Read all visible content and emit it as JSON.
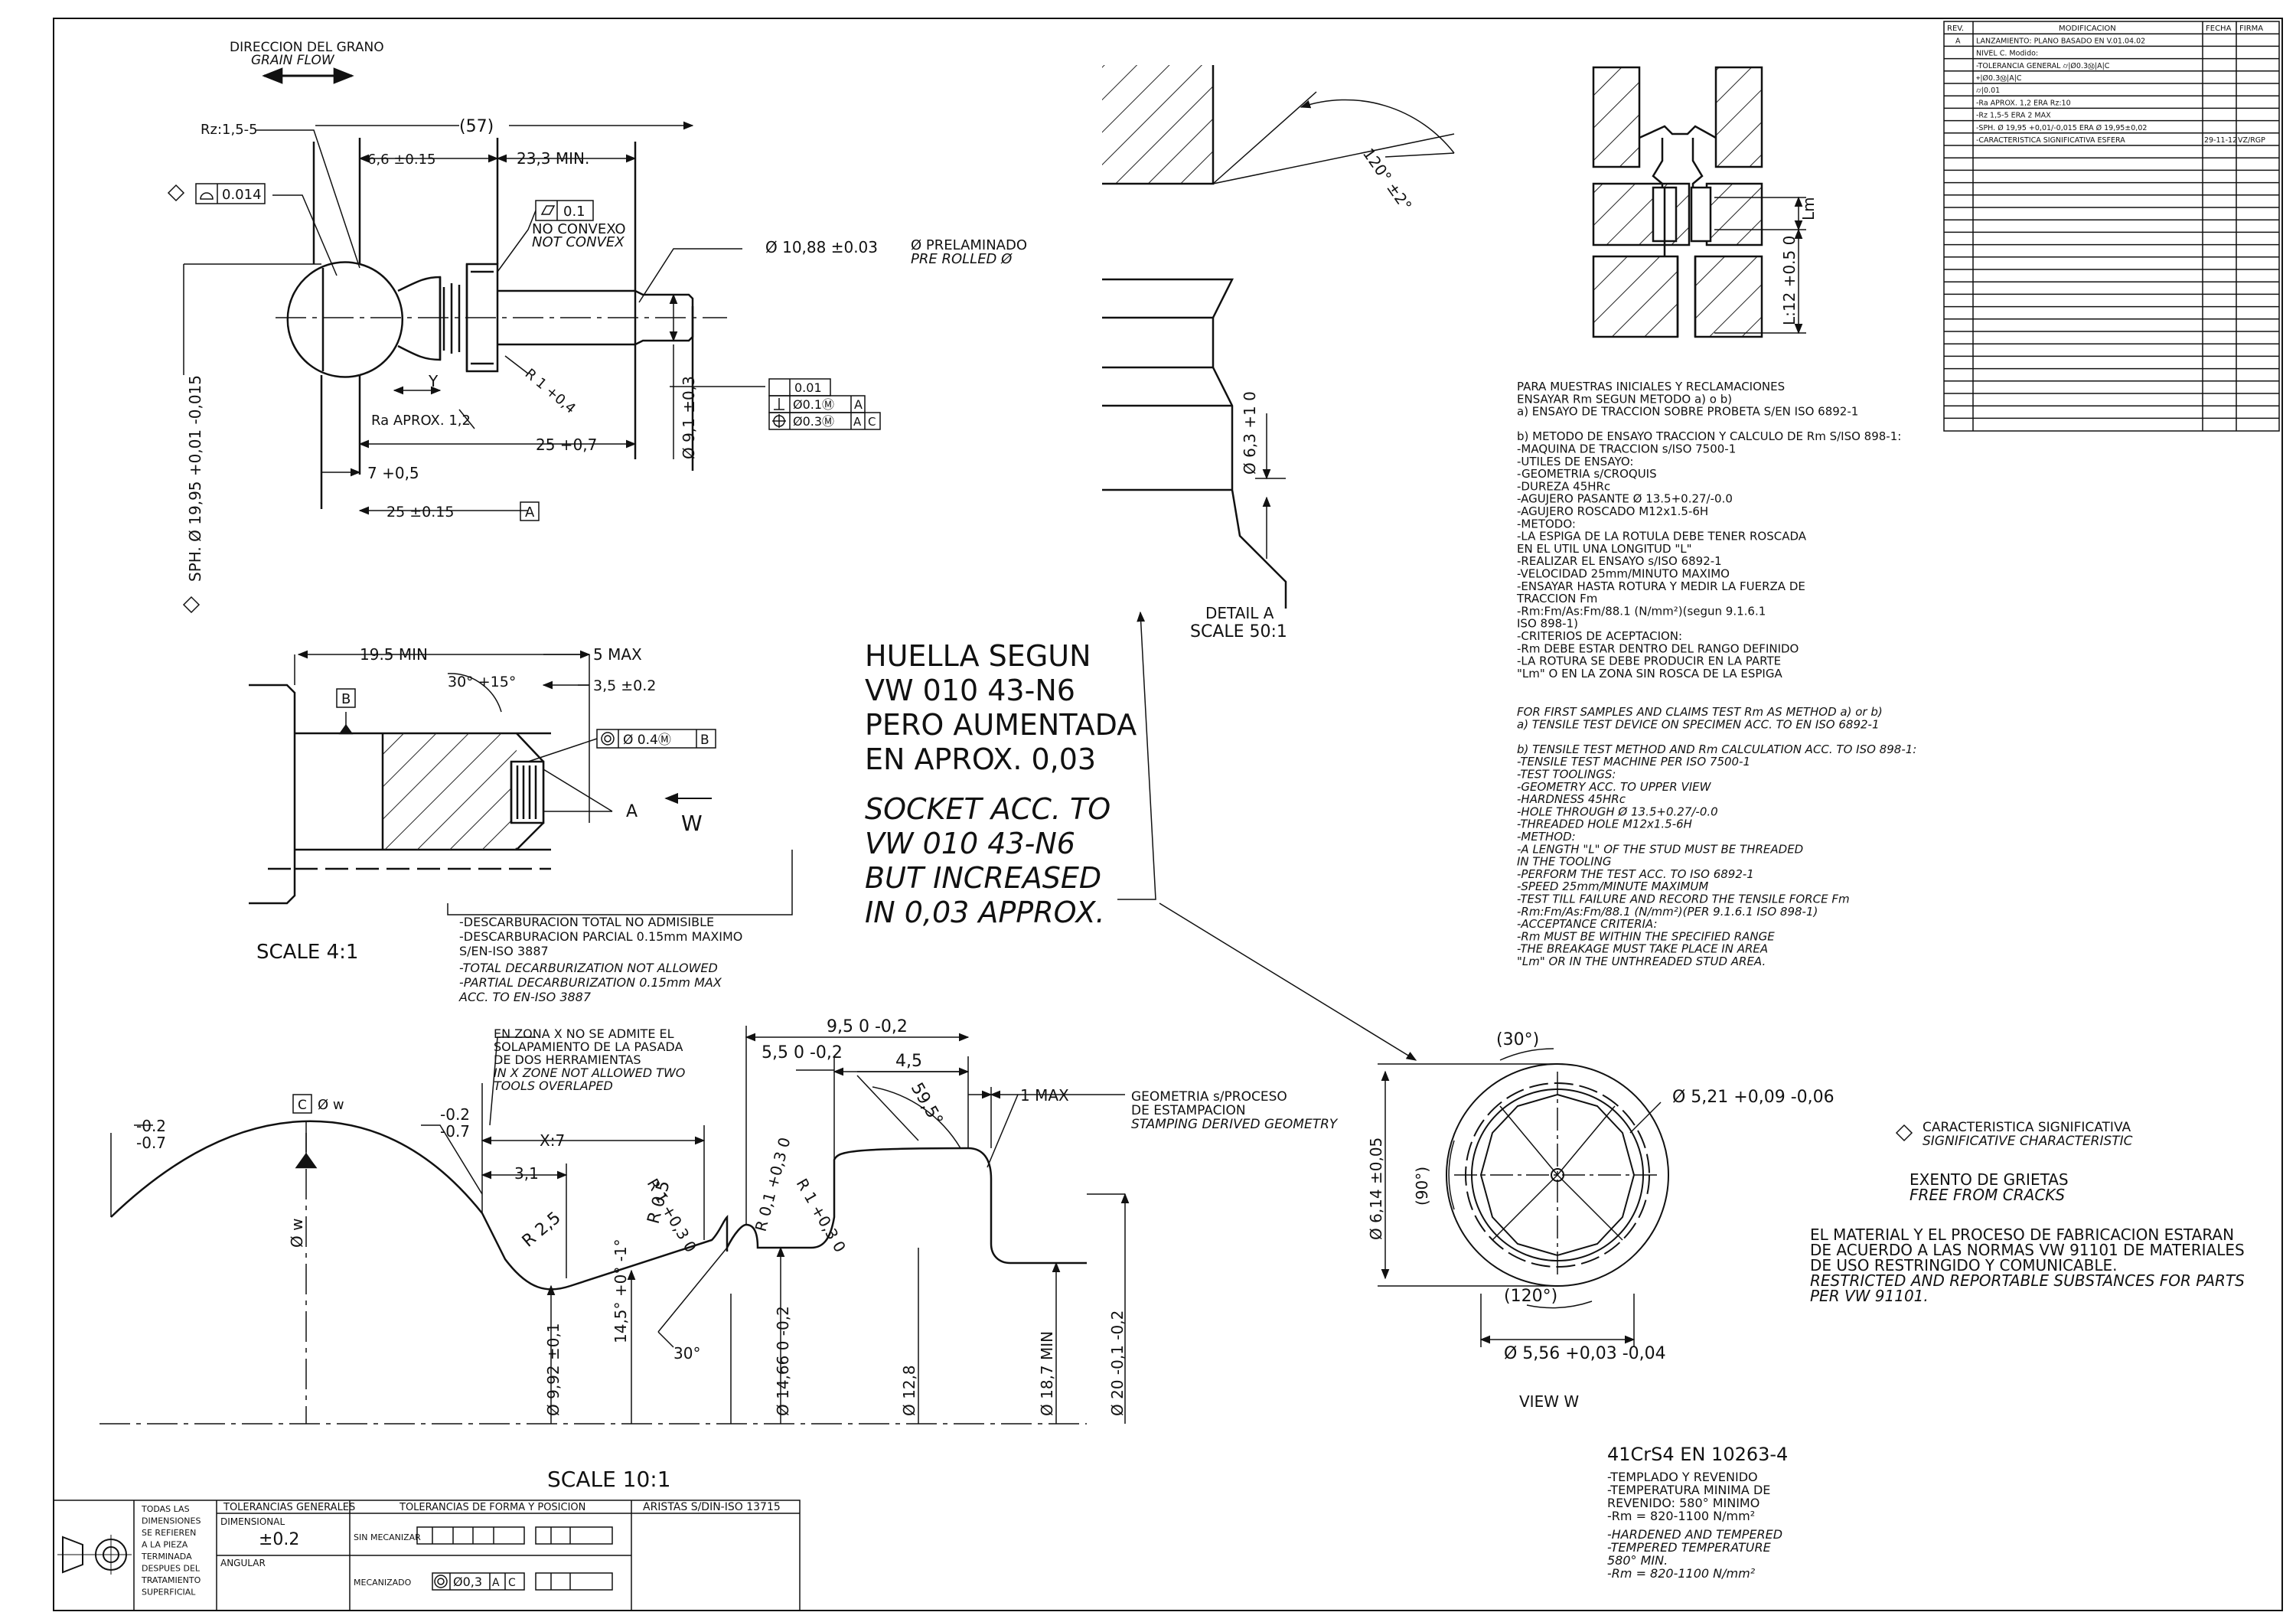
{
  "revision_table": {
    "headers": [
      "REV.",
      "MODIFICACION",
      "FECHA",
      "FIRMA"
    ],
    "rows": [
      [
        "A",
        "LANZAMIENTO: PLANO BASADO EN V.01.04.02",
        "",
        ""
      ],
      [
        "",
        "NIVEL C. Modido:",
        "",
        ""
      ],
      [
        "",
        "-TOLERANCIA GENERAL ⌭|Ø0.3Ⓜ|A|C",
        "",
        ""
      ],
      [
        "",
        "⌖|Ø0.3Ⓜ|A|C",
        "",
        ""
      ],
      [
        "",
        "⌭|0.01",
        "",
        ""
      ],
      [
        "",
        "-Ra APROX. 1,2 ERA Rz:10",
        "",
        ""
      ],
      [
        "",
        "-Rz 1,5-5 ERA 2 MAX",
        "",
        ""
      ],
      [
        "",
        "-SPH. Ø 19,95 +0,01/-0,015 ERA Ø 19,95±0,02",
        "",
        ""
      ],
      [
        "",
        "-CARACTERISTICA SIGNIFICATIVA ESFERA",
        "29-11-12",
        "VZ/RGP"
      ]
    ]
  },
  "main_view": {
    "grain_es": "DIRECCION DEL GRANO",
    "grain_en": "GRAIN FLOW",
    "rz": "Rz:1,5-5",
    "len57": "(57)",
    "dim66": "6,6 ±0.15",
    "dim233": "23,3 MIN.",
    "flat": "0.1",
    "noconvex_es": "NO CONVEXO",
    "noconvex_en": "NOT CONVEX",
    "profile": "0.014",
    "d1088": "Ø 10,88 ±0.03",
    "prerolled_es": "Ø PRELAMINADO",
    "prerolled_en": "PRE ROLLED Ø",
    "cyl": "0.01",
    "perp": "Ø0.1Ⓜ",
    "perp_ref": "A",
    "pos": "Ø0.3Ⓜ",
    "pos_ref1": "A",
    "pos_ref2": "C",
    "r1": "R 1 +0,4",
    "y": "Y",
    "ra": "Ra APROX. 1,2",
    "d91": "Ø 9,1 ±0,3",
    "len25a": "25 +0,7",
    "len7": "7 +0,5",
    "len25b": "25 ±0.15",
    "datum_a": "A",
    "sph": "SPH. Ø 19,95 +0,01 -0,015"
  },
  "detail_scale4": {
    "d195": "19.5 MIN",
    "d5": "5 MAX",
    "d35": "3,5 ±0.2",
    "ang30": "30° +15°",
    "datum_b": "B",
    "conc": "Ø 0.4Ⓜ",
    "conc_ref": "B",
    "a": "A",
    "w": "W",
    "scale": "SCALE 4:1",
    "decarb_es": [
      "-DESCARBURACION TOTAL NO ADMISIBLE",
      "-DESCARBURACION PARCIAL 0.15mm MAXIMO",
      "S/EN-ISO 3887"
    ],
    "decarb_en": [
      "-TOTAL DECARBURIZATION NOT ALLOWED",
      "-PARTIAL DECARBURIZATION 0.15mm MAX",
      "ACC. TO EN-ISO 3887"
    ]
  },
  "socket_note": {
    "es": [
      "HUELLA SEGUN",
      "VW 010 43-N6",
      "PERO AUMENTADA",
      "EN APROX. 0,03"
    ],
    "en": [
      "SOCKET ACC. TO",
      "VW 010 43-N6",
      "BUT INCREASED",
      "IN 0,03 APPROX."
    ]
  },
  "detail_a": {
    "angle": "120° ±2°",
    "d63": "Ø 6,3 +1 0",
    "title": "DETAIL A",
    "scale": "SCALE 50:1"
  },
  "test_view": {
    "lm": "Lm",
    "l12": "L:12 +0.5 0"
  },
  "test_notes_es": [
    "PARA MUESTRAS INICIALES Y RECLAMACIONES",
    "ENSAYAR Rm SEGUN METODO a) o b)",
    "a) ENSAYO DE TRACCION SOBRE PROBETA S/EN ISO 6892-1",
    "",
    "b) METODO DE ENSAYO TRACCION Y CALCULO DE Rm S/ISO 898-1:",
    "-MAQUINA DE TRACCION s/ISO 7500-1",
    "-UTILES DE ENSAYO:",
    "  -GEOMETRIA s/CROQUIS",
    "  -DUREZA 45HRc",
    "  -AGUJERO PASANTE Ø 13.5+0.27/-0.0",
    "  -AGUJERO ROSCADO M12x1.5-6H",
    "-METODO:",
    "  -LA ESPIGA DE LA ROTULA DEBE TENER ROSCADA",
    "   EN EL UTIL UNA LONGITUD \"L\"",
    "  -REALIZAR EL ENSAYO s/ISO 6892-1",
    "  -VELOCIDAD 25mm/MINUTO MAXIMO",
    "  -ENSAYAR HASTA ROTURA Y MEDIR LA FUERZA DE",
    "   TRACCION Fm",
    "  -Rm:Fm/As:Fm/88.1 (N/mm²)(segun 9.1.6.1",
    "   ISO 898-1)",
    "-CRITERIOS DE ACEPTACION:",
    "  -Rm DEBE ESTAR DENTRO DEL RANGO DEFINIDO",
    "  -LA ROTURA SE DEBE PRODUCIR EN LA PARTE",
    "   \"Lm\" O EN LA ZONA SIN ROSCA DE LA ESPIGA"
  ],
  "test_notes_en": [
    "FOR FIRST SAMPLES AND CLAIMS TEST Rm AS METHOD a) or b)",
    "a) TENSILE TEST DEVICE ON SPECIMEN ACC. TO EN ISO 6892-1",
    "",
    "b) TENSILE TEST METHOD AND Rm CALCULATION ACC. TO ISO 898-1:",
    "-TENSILE TEST MACHINE PER ISO 7500-1",
    "-TEST TOOLINGS:",
    "  -GEOMETRY ACC. TO UPPER VIEW",
    "  -HARDNESS 45HRc",
    "  -HOLE THROUGH Ø 13.5+0.27/-0.0",
    "  -THREADED HOLE M12x1.5-6H",
    "-METHOD:",
    "  -A LENGTH \"L\" OF THE STUD MUST BE THREADED",
    "   IN THE TOOLING",
    "  -PERFORM THE TEST ACC. TO ISO 6892-1",
    "  -SPEED 25mm/MINUTE MAXIMUM",
    "  -TEST TILL FAILURE AND RECORD THE TENSILE FORCE Fm",
    "  -Rm:Fm/As:Fm/88.1 (N/mm²)(PER 9.1.6.1 ISO 898-1)",
    "-ACCEPTANCE CRITERIA:",
    "  -Rm MUST BE WITHIN THE SPECIFIED RANGE",
    "  -THE BREAKAGE MUST TAKE PLACE IN AREA",
    "   \"Lm\" OR IN THE UNTHREADED STUD AREA."
  ],
  "detail_scale10": {
    "zone_es": [
      "EN ZONA X NO SE ADMITE EL",
      "SOLAPAMIENTO DE LA PASADA",
      "DE DOS HERRAMIENTAS"
    ],
    "zone_en": [
      "IN X ZONE NOT ALLOWED TWO",
      "TOOLS OVERLAPED"
    ],
    "tol_l1": "-0.2",
    "tol_l2": "-0.7",
    "datum_c": "C",
    "dw_label": "Ø w",
    "dw_vert": "Ø w",
    "tol_m1": "-0.2",
    "tol_m2": "-0.7",
    "x7": "X:7",
    "d31": "3,1",
    "r25": "R 2,5",
    "r1a": "R 1 +0,3 0",
    "r05": "R 0,5",
    "r01": "R 0,1 +0,3 0",
    "r1b": "R 1 +0,3 0",
    "d95": "9,5 0 -0,2",
    "d55": "5,5 0 -0,2",
    "d45": "4,5",
    "a595": "59,5°",
    "max1": "1 MAX",
    "geom_es": [
      "GEOMETRIA s/PROCESO",
      "DE ESTAMPACION"
    ],
    "geom_en": "STAMPING DERIVED GEOMETRY",
    "d992": "Ø 9,92 ±0,1",
    "a145": "14,5° +0° -1°",
    "a30": "30°",
    "d1466": "Ø 14,66 0 -0,2",
    "d128": "Ø 12,8",
    "d187": "Ø 18,7 MIN",
    "d20": "Ø 20 -0,1 -0,2",
    "scale": "SCALE 10:1"
  },
  "view_w": {
    "a30": "(30°)",
    "d521": "Ø 5,21 +0,09 -0,06",
    "d614": "Ø 6,14 ±0,05",
    "a90": "(90°)",
    "a120": "(120°)",
    "d556": "Ø 5,56 +0,03 -0,04",
    "title": "VIEW W"
  },
  "right_notes": {
    "sig_es": "CARACTERISTICA SIGNIFICATIVA",
    "sig_en": "SIGNIFICATIVE CHARACTERISTIC",
    "cracks_es": "EXENTO DE GRIETAS",
    "cracks_en": "FREE FROM CRACKS",
    "material_es": [
      "EL MATERIAL Y EL PROCESO DE FABRICACION ESTARAN",
      "DE ACUERDO A LAS NORMAS VW 91101 DE MATERIALES",
      "DE USO RESTRINGIDO Y COMUNICABLE."
    ],
    "material_en": [
      "RESTRICTED AND REPORTABLE SUBSTANCES FOR PARTS",
      "PER VW 91101."
    ]
  },
  "material": {
    "title": "41CrS4 EN 10263-4",
    "es": [
      "-TEMPLADO Y REVENIDO",
      "-TEMPERATURA MINIMA DE",
      " REVENIDO: 580° MINIMO",
      "-Rm = 820-1100 N/mm²"
    ],
    "en": [
      "-HARDENED AND TEMPERED",
      "-TEMPERED TEMPERATURE",
      " 580° MIN.",
      "-Rm = 820-1100 N/mm²"
    ]
  },
  "title_block": {
    "note": [
      "TODAS LAS",
      "DIMENSIONES",
      "SE REFIEREN",
      "A LA PIEZA",
      "TERMINADA",
      "DESPUES DEL",
      "TRATAMIENTO",
      "SUPERFICIAL"
    ],
    "gen_tol": "TOLERANCIAS GENERALES",
    "form_tol": "TOLERANCIAS DE FORMA Y POSICION",
    "edges": "ARISTAS S/DIN-ISO 13715",
    "dimensional": "DIMENSIONAL",
    "dim_val": "±0.2",
    "angular": "ANGULAR",
    "sin_mec": "SIN MECANIZAR",
    "mec": "MECANIZADO",
    "mec_tol": "Ø0,3",
    "mec_ref1": "A",
    "mec_ref2": "C"
  }
}
